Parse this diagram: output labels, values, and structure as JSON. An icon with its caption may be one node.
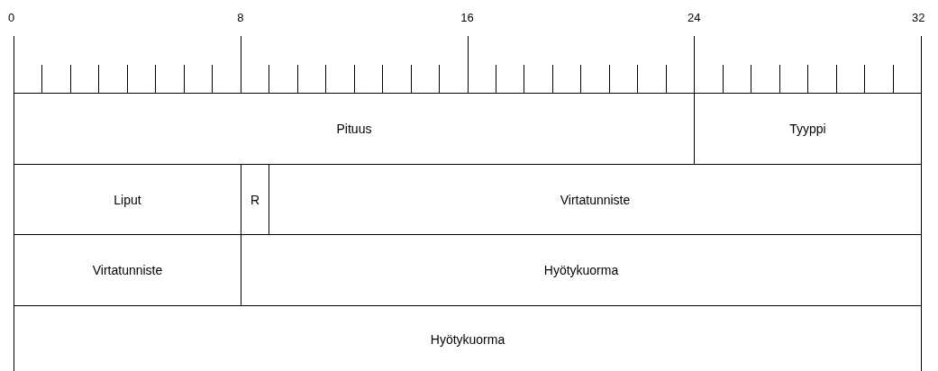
{
  "diagram": {
    "nodes": [
      {
        "text": [
          "Pituus"
        ]
      },
      {
        "text": [
          "Tyyppi"
        ]
      },
      {
        "text": [
          "Liput"
        ]
      },
      {
        "text": [
          "R"
        ]
      },
      {
        "text": [
          "Virtatunniste"
        ]
      },
      {
        "text": [
          "Virtatunniste"
        ]
      },
      {
        "text": [
          "Hyötykuorma"
        ]
      },
      {
        "text": [
          "Hyötykuorma"
        ]
      }
    ],
    "labels": [
      "0",
      "8",
      "16",
      "24",
      "32"
    ]
  }
}
